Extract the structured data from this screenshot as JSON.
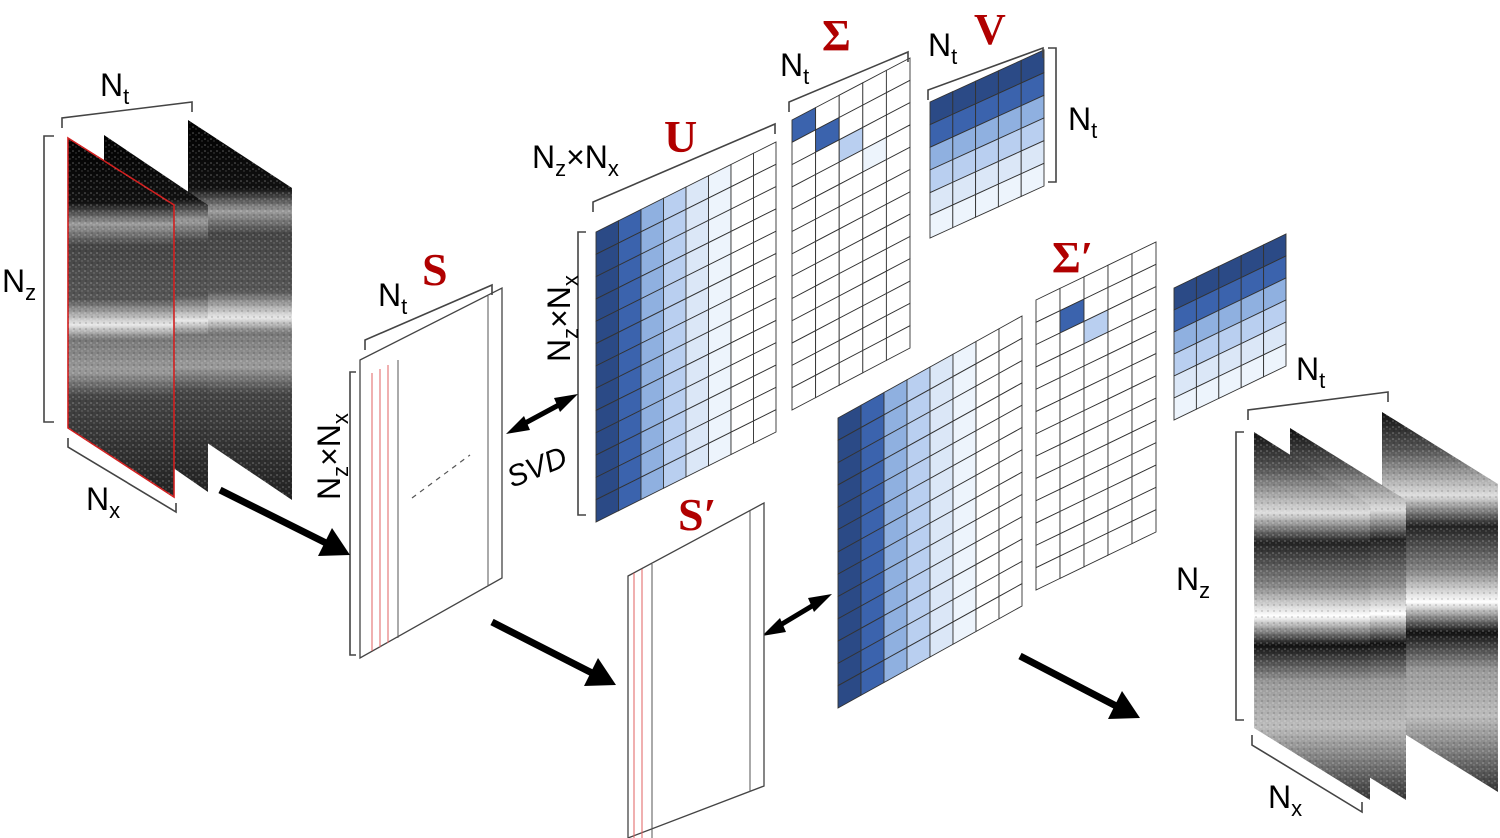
{
  "labels": {
    "nt": "N",
    "nt_sub": "t",
    "nz": "N",
    "nz_sub": "z",
    "nx": "N",
    "nx_sub": "x",
    "times": "×",
    "svd": "SVD",
    "S": "S",
    "S_prime": "S′",
    "U": "U",
    "Sigma": "Σ",
    "Sigma_prime": "Σ′",
    "V": "V"
  },
  "colors": {
    "accent_red": "#b00000",
    "blue_dark": "#2b4a86",
    "blue_1": "#3b63ad",
    "blue_2": "#8fb0e0",
    "blue_3": "#b9cff0",
    "blue_4": "#dbe7f7",
    "blue_5": "#edf4fc"
  },
  "icons": [
    "arrow-right-icon",
    "double-arrow-icon"
  ]
}
